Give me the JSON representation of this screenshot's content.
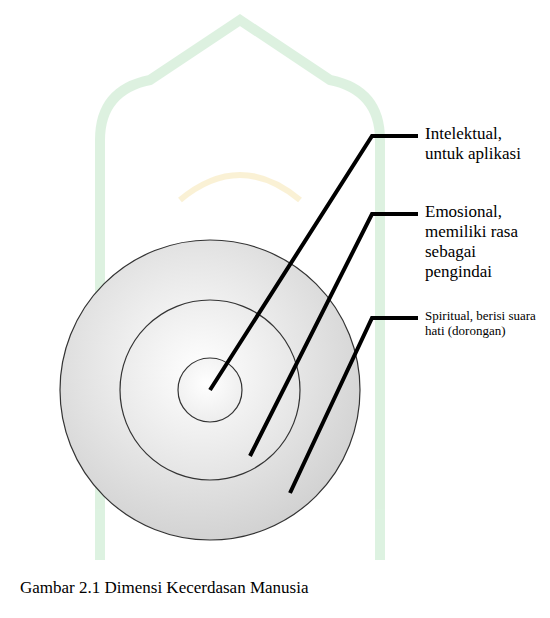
{
  "diagram": {
    "caption": "Gambar 2.1 Dimensi Kecerdasan Manusia",
    "labels": [
      "Intelektual, untuk aplikasi",
      "Emosional, memiliki rasa sebagai pengindai",
      "Spiritual, berisi suara hati (dorongan)"
    ]
  }
}
